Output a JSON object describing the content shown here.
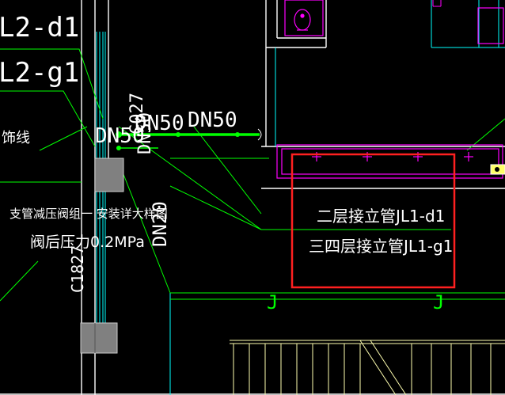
{
  "annotations": {
    "pipe_label_top": "L2-d1",
    "pipe_label_second": "L2-g1",
    "dn50_a": "DN50",
    "dn50_b": "DN50",
    "dn50_overlap": "DN50",
    "dn50_rot": "DN50",
    "c027": "C027",
    "dn20_rot": "DN20",
    "c1827": "C1827",
    "decor_line": "饰线",
    "reducing_valve_note": "支管减压阀组一 安装详大样图",
    "post_valve_pressure": "阀后压力0.2MPa",
    "riser_floor2": "二层接立管JL1-d1",
    "riser_floor34": "三四层接立管JL1-g1",
    "j_marker_left": "J",
    "j_marker_right": "J"
  },
  "colors": {
    "background": "#000000",
    "wall_white": "#ffffff",
    "pipe_green": "#00ff00",
    "line_cyan": "#00ffff",
    "fixture_magenta": "#ff00ff",
    "highlight_red": "#ff2020",
    "stair_yellow": "#ffffb0",
    "column_gray": "#808080",
    "text_white": "#ffffff"
  },
  "icons": {
    "sink": "washbasin-icon",
    "column": "structural-column-icon",
    "valve": "valve-icon"
  }
}
